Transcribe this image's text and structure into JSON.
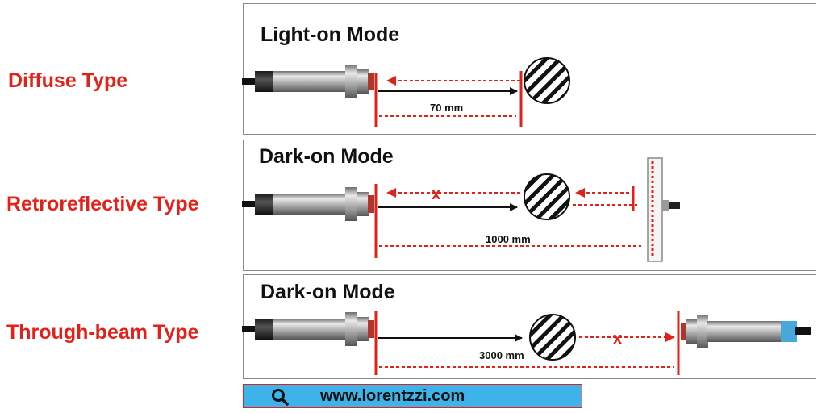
{
  "rows": [
    {
      "type_label": "Diffuse Type",
      "mode": "Light-on Mode",
      "distance": "70 mm"
    },
    {
      "type_label": "Retroreflective Type",
      "mode": "Dark-on Mode",
      "distance": "1000 mm",
      "blocked_mark": "x"
    },
    {
      "type_label": "Through-beam Type",
      "mode": "Dark-on Mode",
      "distance": "3000 mm",
      "blocked_mark": "x"
    }
  ],
  "footer": {
    "url": "www.lorentzzi.com",
    "icon": "search-icon"
  },
  "colors": {
    "label_red": "#e32119",
    "beam_red": "#e32119",
    "url_bar_blue": "#3db3ea"
  }
}
